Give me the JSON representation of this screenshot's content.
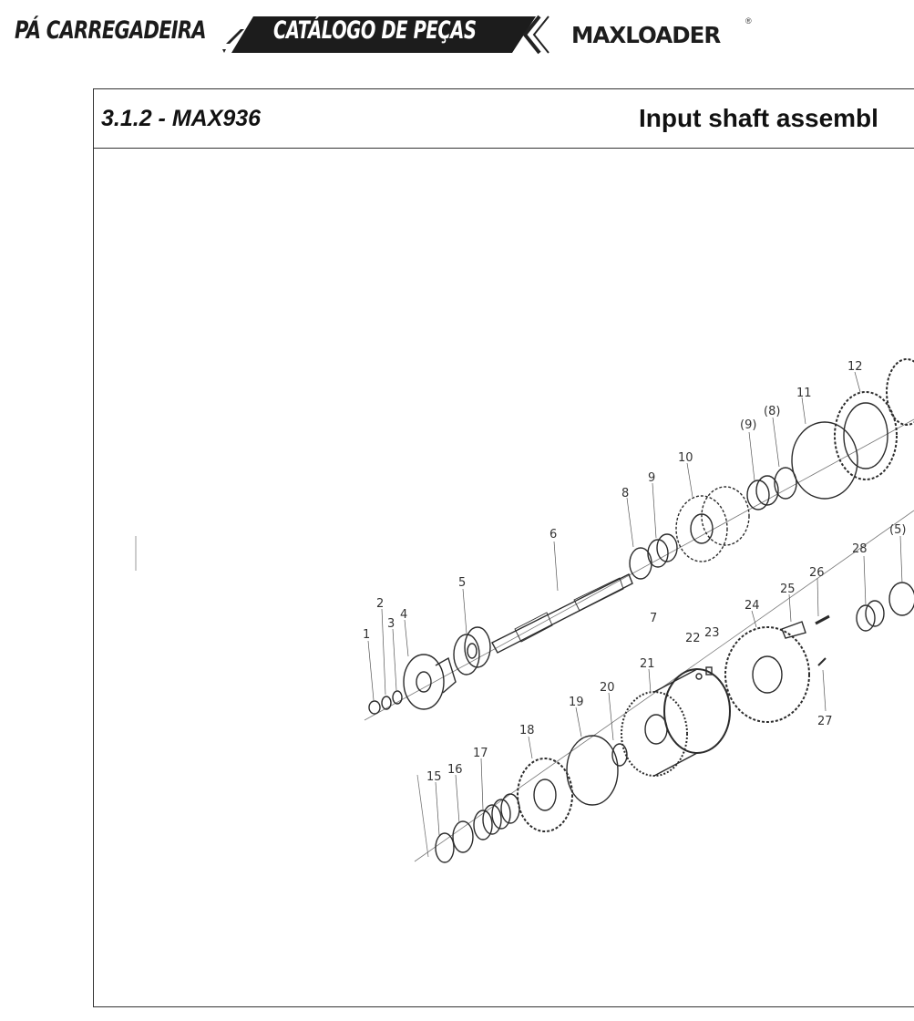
{
  "header": {
    "left_label": "PÁ CARREGADEIRA",
    "banner_label": "CATÁLOGO DE PEÇAS",
    "logo_text": "MAXLOADER",
    "registered_mark": "®"
  },
  "section": {
    "code": "3.1.2 - MAX936",
    "title": "Input shaft assembl"
  },
  "drawing": {
    "callouts": [
      "1",
      "2",
      "3",
      "4",
      "5",
      "6",
      "7",
      "8",
      "9",
      "10",
      "11",
      "12",
      "(9)",
      "(8)",
      "(5)",
      "15",
      "16",
      "17",
      "18",
      "19",
      "20",
      "21",
      "22",
      "23",
      "24",
      "25",
      "26",
      "27",
      "28"
    ]
  }
}
